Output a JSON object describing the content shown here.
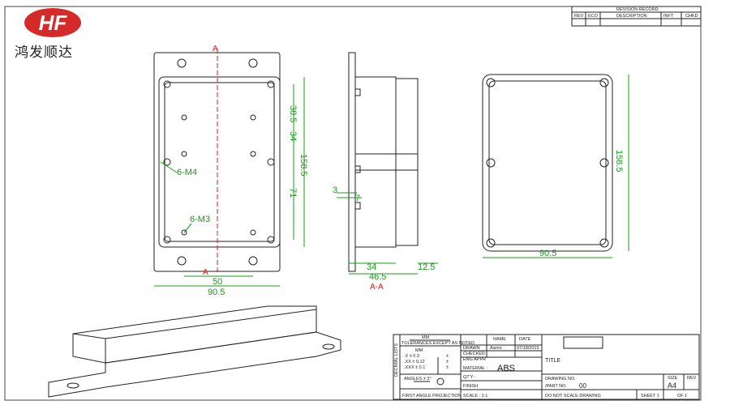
{
  "logo": {
    "text": "HF",
    "company": "鸿发顺达"
  },
  "revision_record": {
    "title": "REVISION RECORD",
    "columns": [
      "REV",
      "ECO",
      "DESCRIPTION",
      "INFT",
      "CHKD"
    ]
  },
  "front_view": {
    "section_label_top": "A",
    "section_label_bottom": "A",
    "dims": [
      "38.5",
      "34",
      "71",
      "158.5",
      "50",
      "90.5"
    ],
    "holes": [
      "6-M4",
      "6-M3"
    ]
  },
  "side_view": {
    "dims": [
      "3",
      "7",
      "34",
      "46.5",
      "12.5"
    ],
    "section": "A-A"
  },
  "right_view": {
    "dims": [
      "158.5",
      "90.5"
    ]
  },
  "title_block": {
    "unit_label": "MM",
    "tolerance_label": "TOLERANCES EXCEPT AS NOTED",
    "side_label": "DECIMAL LISTS",
    "tol_rows": [
      [
        "MM",
        ""
      ],
      [
        ".X ± 0.3",
        "±"
      ],
      [
        ".XX ± 0.12",
        "±"
      ],
      [
        ".XXX ± 0.1",
        "±"
      ]
    ],
    "angles": "ANGLES ± 3°",
    "projection": "FIRST ANGLE PROJECTION",
    "name_header": "NAME",
    "date_header": "DATE",
    "drawn": "DRAWN",
    "drawn_name": "Aaron",
    "drawn_date": "07/18/2015",
    "checked": "CHECKED",
    "eng_appr": "ENG APPR",
    "material_label": "MATERIAL :",
    "material": "ABS",
    "qty": "QT'Y :",
    "finish": "FINISH",
    "scale": "SCALE : 1:1",
    "title": "TITLE",
    "drawing_no": "DRAWING NO.",
    "part_no_label": "/PART NO.",
    "part_no": "00",
    "size_label": "SIZE",
    "size": "A4",
    "rev_label": "REV",
    "do_not_scale": "DO NOT SCALE DRAWING",
    "sheet": "SHEET 1",
    "of": "OF 1"
  }
}
